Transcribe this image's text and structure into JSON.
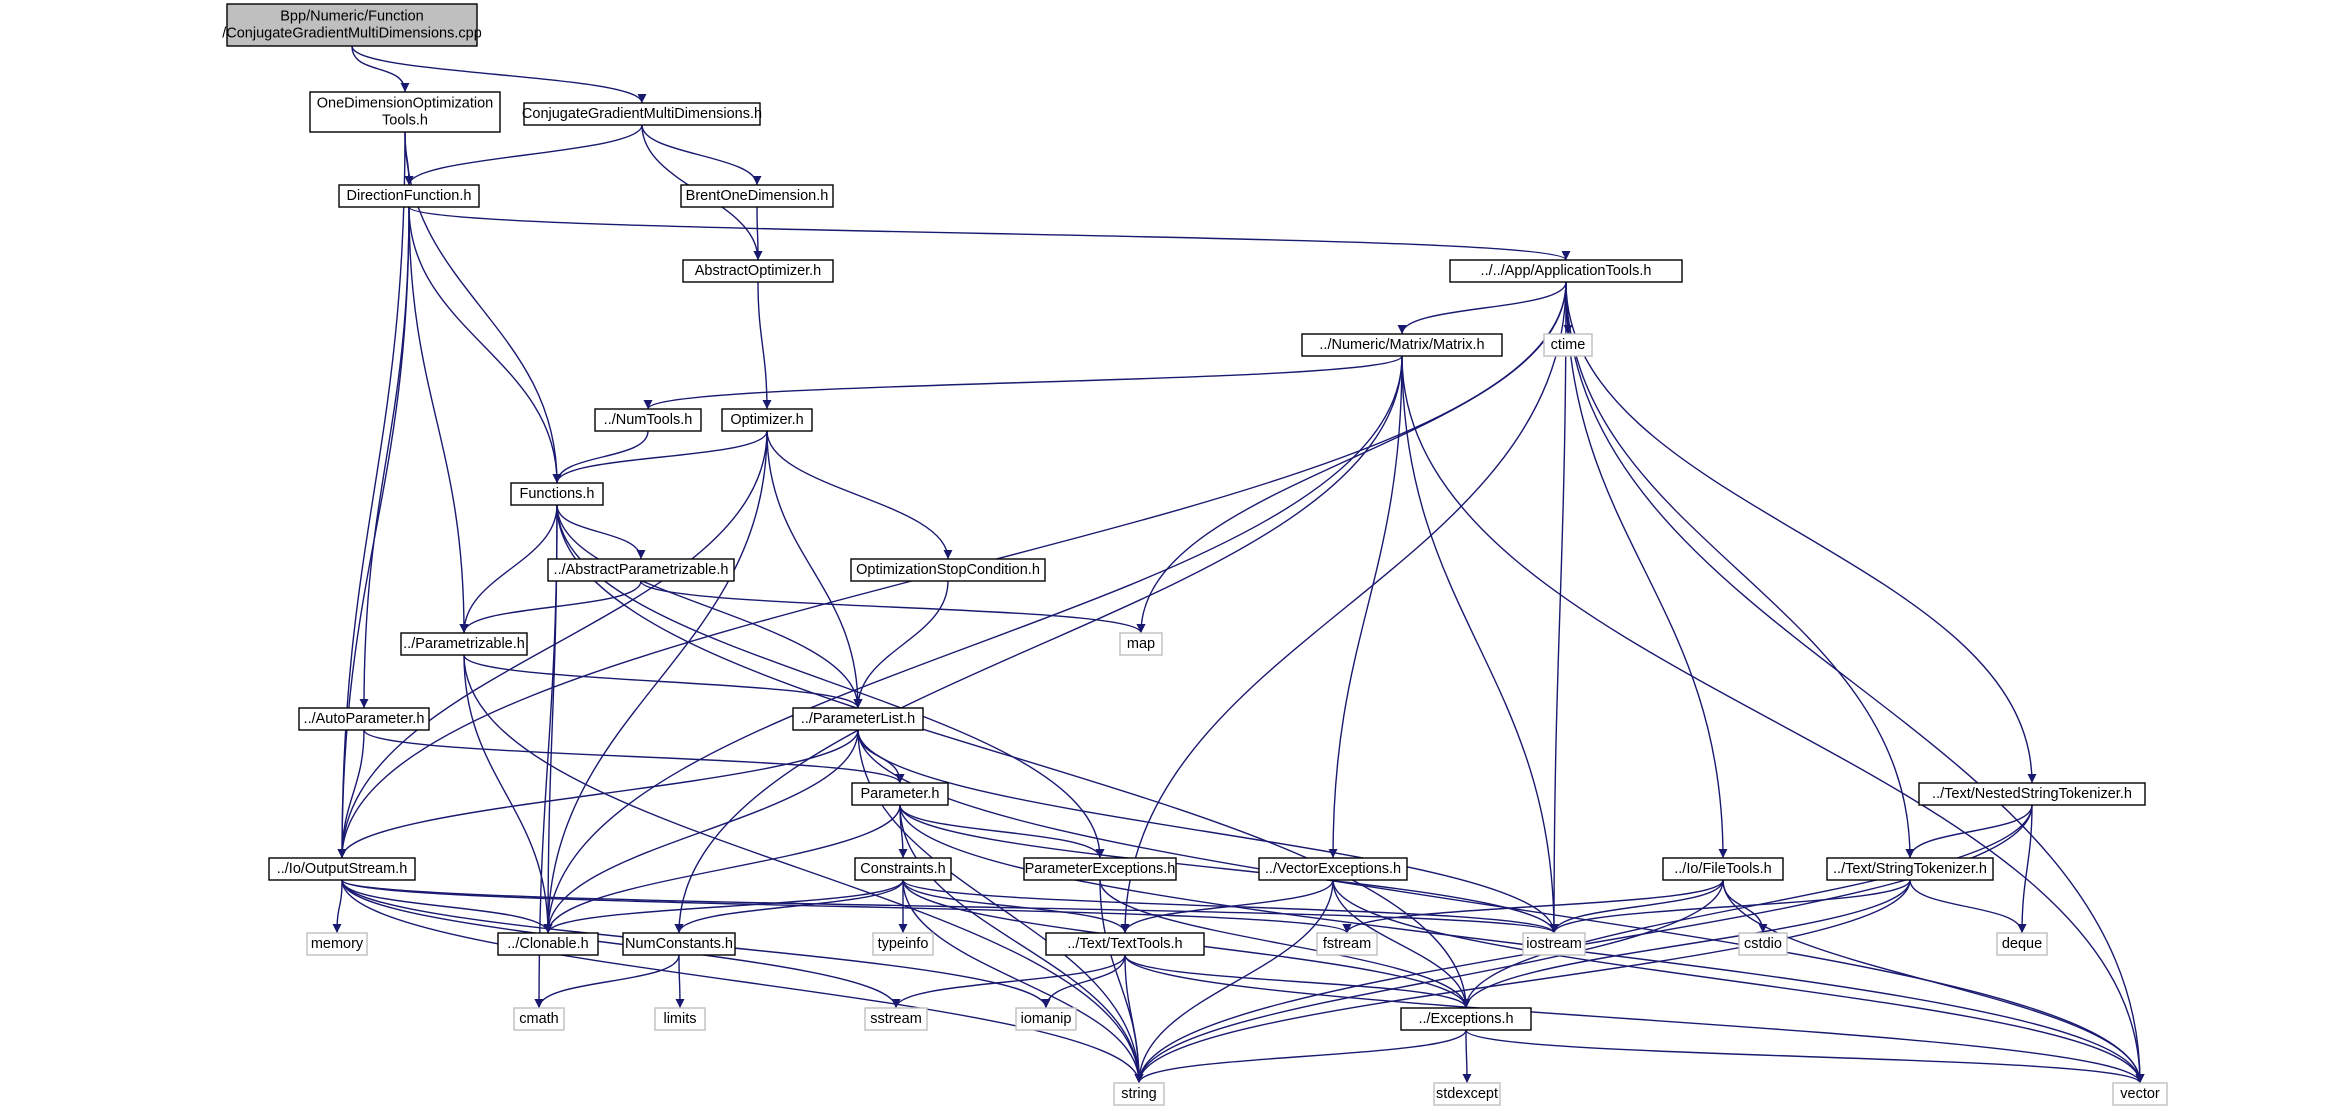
{
  "colors": {
    "edge": "#191970",
    "box_border": "#000000",
    "ext_border": "#bfbfbf",
    "root_fill": "#bfbfbf",
    "node_fill": "#ffffff",
    "text": "#000000",
    "ext_text": "#000000"
  },
  "nodes": [
    {
      "id": "root",
      "lines": [
        "Bpp/Numeric/Function",
        "/ConjugateGradientMultiDimensions.cpp"
      ],
      "kind": "root"
    },
    {
      "id": "odot",
      "lines": [
        "OneDimensionOptimization",
        "Tools.h"
      ],
      "kind": "box"
    },
    {
      "id": "cgmd",
      "lines": [
        "ConjugateGradientMultiDimensions.h"
      ],
      "kind": "box"
    },
    {
      "id": "dirf",
      "lines": [
        "DirectionFunction.h"
      ],
      "kind": "box"
    },
    {
      "id": "brent",
      "lines": [
        "BrentOneDimension.h"
      ],
      "kind": "box"
    },
    {
      "id": "absopt",
      "lines": [
        "AbstractOptimizer.h"
      ],
      "kind": "box"
    },
    {
      "id": "apptools",
      "lines": [
        "../../App/ApplicationTools.h"
      ],
      "kind": "box"
    },
    {
      "id": "matrix",
      "lines": [
        "../Numeric/Matrix/Matrix.h"
      ],
      "kind": "box"
    },
    {
      "id": "ctime",
      "lines": [
        "ctime"
      ],
      "kind": "ext"
    },
    {
      "id": "numtools",
      "lines": [
        "../NumTools.h"
      ],
      "kind": "box"
    },
    {
      "id": "optimizer",
      "lines": [
        "Optimizer.h"
      ],
      "kind": "box"
    },
    {
      "id": "functions",
      "lines": [
        "Functions.h"
      ],
      "kind": "box"
    },
    {
      "id": "absparam",
      "lines": [
        "../AbstractParametrizable.h"
      ],
      "kind": "box"
    },
    {
      "id": "optstop",
      "lines": [
        "OptimizationStopCondition.h"
      ],
      "kind": "box"
    },
    {
      "id": "map",
      "lines": [
        "map"
      ],
      "kind": "ext"
    },
    {
      "id": "parametrizable",
      "lines": [
        "../Parametrizable.h"
      ],
      "kind": "box"
    },
    {
      "id": "autoparam",
      "lines": [
        "../AutoParameter.h"
      ],
      "kind": "box"
    },
    {
      "id": "paramlist",
      "lines": [
        "../ParameterList.h"
      ],
      "kind": "box"
    },
    {
      "id": "parameter",
      "lines": [
        "Parameter.h"
      ],
      "kind": "box"
    },
    {
      "id": "nst",
      "lines": [
        "../Text/NestedStringTokenizer.h"
      ],
      "kind": "box"
    },
    {
      "id": "outstream",
      "lines": [
        "../Io/OutputStream.h"
      ],
      "kind": "box"
    },
    {
      "id": "constraints",
      "lines": [
        "Constraints.h"
      ],
      "kind": "box"
    },
    {
      "id": "paramexc",
      "lines": [
        "ParameterExceptions.h"
      ],
      "kind": "box"
    },
    {
      "id": "vecexc",
      "lines": [
        "../VectorExceptions.h"
      ],
      "kind": "box"
    },
    {
      "id": "filetools",
      "lines": [
        "../Io/FileTools.h"
      ],
      "kind": "box"
    },
    {
      "id": "strtok",
      "lines": [
        "../Text/StringTokenizer.h"
      ],
      "kind": "box"
    },
    {
      "id": "memory",
      "lines": [
        "memory"
      ],
      "kind": "ext"
    },
    {
      "id": "clonable",
      "lines": [
        "../Clonable.h"
      ],
      "kind": "box"
    },
    {
      "id": "numconst",
      "lines": [
        "NumConstants.h"
      ],
      "kind": "box"
    },
    {
      "id": "typeinfo",
      "lines": [
        "typeinfo"
      ],
      "kind": "ext"
    },
    {
      "id": "texttools",
      "lines": [
        "../Text/TextTools.h"
      ],
      "kind": "box"
    },
    {
      "id": "fstream",
      "lines": [
        "fstream"
      ],
      "kind": "ext"
    },
    {
      "id": "iostream",
      "lines": [
        "iostream"
      ],
      "kind": "ext"
    },
    {
      "id": "cstdio",
      "lines": [
        "cstdio"
      ],
      "kind": "ext"
    },
    {
      "id": "deque",
      "lines": [
        "deque"
      ],
      "kind": "ext"
    },
    {
      "id": "cmath",
      "lines": [
        "cmath"
      ],
      "kind": "ext"
    },
    {
      "id": "limits",
      "lines": [
        "limits"
      ],
      "kind": "ext"
    },
    {
      "id": "sstream",
      "lines": [
        "sstream"
      ],
      "kind": "ext"
    },
    {
      "id": "iomanip",
      "lines": [
        "iomanip"
      ],
      "kind": "ext"
    },
    {
      "id": "exceptions",
      "lines": [
        "../Exceptions.h"
      ],
      "kind": "box"
    },
    {
      "id": "stdexcept",
      "lines": [
        "stdexcept"
      ],
      "kind": "ext"
    },
    {
      "id": "string",
      "lines": [
        "string"
      ],
      "kind": "ext"
    },
    {
      "id": "vector",
      "lines": [
        "vector"
      ],
      "kind": "ext"
    }
  ],
  "edges": [
    [
      "root",
      "odot"
    ],
    [
      "root",
      "cgmd"
    ],
    [
      "odot",
      "dirf"
    ],
    [
      "odot",
      "functions"
    ],
    [
      "odot",
      "outstream"
    ],
    [
      "cgmd",
      "dirf"
    ],
    [
      "cgmd",
      "brent"
    ],
    [
      "cgmd",
      "absopt"
    ],
    [
      "brent",
      "absopt"
    ],
    [
      "absopt",
      "optimizer"
    ],
    [
      "dirf",
      "apptools"
    ],
    [
      "dirf",
      "functions"
    ],
    [
      "dirf",
      "parametrizable"
    ],
    [
      "dirf",
      "autoparam"
    ],
    [
      "dirf",
      "outstream"
    ],
    [
      "apptools",
      "matrix"
    ],
    [
      "apptools",
      "ctime"
    ],
    [
      "apptools",
      "map"
    ],
    [
      "apptools",
      "outstream"
    ],
    [
      "apptools",
      "texttools"
    ],
    [
      "apptools",
      "iostream"
    ],
    [
      "apptools",
      "filetools"
    ],
    [
      "apptools",
      "strtok"
    ],
    [
      "apptools",
      "nst"
    ],
    [
      "apptools",
      "vector"
    ],
    [
      "matrix",
      "numtools"
    ],
    [
      "matrix",
      "clonable"
    ],
    [
      "matrix",
      "numconst"
    ],
    [
      "matrix",
      "vecexc"
    ],
    [
      "matrix",
      "iostream"
    ],
    [
      "matrix",
      "vector"
    ],
    [
      "numtools",
      "functions"
    ],
    [
      "optimizer",
      "functions"
    ],
    [
      "optimizer",
      "optstop"
    ],
    [
      "optimizer",
      "paramlist"
    ],
    [
      "optimizer",
      "outstream"
    ],
    [
      "optimizer",
      "clonable"
    ],
    [
      "functions",
      "absparam"
    ],
    [
      "functions",
      "parametrizable"
    ],
    [
      "functions",
      "paramlist"
    ],
    [
      "functions",
      "paramexc"
    ],
    [
      "functions",
      "clonable"
    ],
    [
      "functions",
      "cmath"
    ],
    [
      "functions",
      "exceptions"
    ],
    [
      "absparam",
      "parametrizable"
    ],
    [
      "absparam",
      "map"
    ],
    [
      "optstop",
      "paramlist"
    ],
    [
      "parametrizable",
      "paramlist"
    ],
    [
      "parametrizable",
      "clonable"
    ],
    [
      "parametrizable",
      "string"
    ],
    [
      "autoparam",
      "parameter"
    ],
    [
      "autoparam",
      "outstream"
    ],
    [
      "paramlist",
      "parameter"
    ],
    [
      "paramlist",
      "outstream"
    ],
    [
      "paramlist",
      "clonable"
    ],
    [
      "paramlist",
      "iostream"
    ],
    [
      "paramlist",
      "string"
    ],
    [
      "paramlist",
      "vector"
    ],
    [
      "parameter",
      "constraints"
    ],
    [
      "parameter",
      "paramexc"
    ],
    [
      "parameter",
      "clonable"
    ],
    [
      "parameter",
      "iostream"
    ],
    [
      "parameter",
      "string"
    ],
    [
      "parameter",
      "vector"
    ],
    [
      "outstream",
      "memory"
    ],
    [
      "outstream",
      "clonable"
    ],
    [
      "outstream",
      "fstream"
    ],
    [
      "outstream",
      "iostream"
    ],
    [
      "outstream",
      "sstream"
    ],
    [
      "outstream",
      "iomanip"
    ],
    [
      "outstream",
      "string"
    ],
    [
      "constraints",
      "clonable"
    ],
    [
      "constraints",
      "numconst"
    ],
    [
      "constraints",
      "typeinfo"
    ],
    [
      "constraints",
      "texttools"
    ],
    [
      "constraints",
      "exceptions"
    ],
    [
      "constraints",
      "iostream"
    ],
    [
      "constraints",
      "string"
    ],
    [
      "paramexc",
      "exceptions"
    ],
    [
      "paramexc",
      "string"
    ],
    [
      "vecexc",
      "texttools"
    ],
    [
      "vecexc",
      "exceptions"
    ],
    [
      "vecexc",
      "string"
    ],
    [
      "vecexc",
      "vector"
    ],
    [
      "filetools",
      "fstream"
    ],
    [
      "filetools",
      "iostream"
    ],
    [
      "filetools",
      "cstdio"
    ],
    [
      "filetools",
      "string"
    ],
    [
      "filetools",
      "vector"
    ],
    [
      "nst",
      "strtok"
    ],
    [
      "nst",
      "deque"
    ],
    [
      "nst",
      "exceptions"
    ],
    [
      "nst",
      "string"
    ],
    [
      "strtok",
      "deque"
    ],
    [
      "strtok",
      "iostream"
    ],
    [
      "strtok",
      "exceptions"
    ],
    [
      "strtok",
      "string"
    ],
    [
      "numconst",
      "cmath"
    ],
    [
      "numconst",
      "limits"
    ],
    [
      "texttools",
      "sstream"
    ],
    [
      "texttools",
      "iomanip"
    ],
    [
      "texttools",
      "exceptions"
    ],
    [
      "texttools",
      "string"
    ],
    [
      "texttools",
      "vector"
    ],
    [
      "exceptions",
      "stdexcept"
    ],
    [
      "exceptions",
      "string"
    ],
    [
      "exceptions",
      "vector"
    ]
  ]
}
